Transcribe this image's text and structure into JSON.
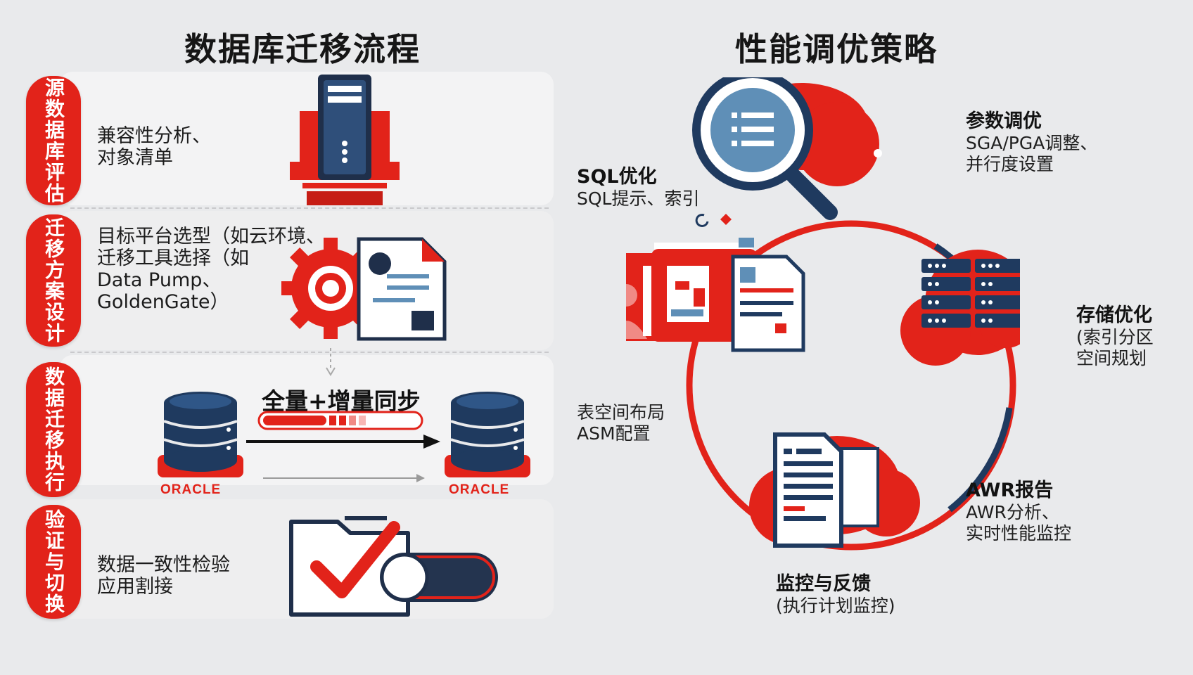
{
  "left": {
    "title": "数据库迁移流程",
    "stages": [
      {
        "tab": "源数据库评估",
        "text": "兼容性分析、\n对象清单"
      },
      {
        "tab": "迁移方案设计",
        "text": "目标平台选型（如云环境、\n迁移工具选择（如\nData Pump、\nGoldenGate）"
      },
      {
        "tab": "数据迁移执行",
        "sync_label": "全量+增量同步",
        "source_brand": "ORACLE",
        "target_brand": "ORACLE"
      },
      {
        "tab": "验证与切换",
        "text": "数据一致性检验\n  应用割接"
      }
    ]
  },
  "right": {
    "title": "性能调优策略",
    "items": [
      {
        "heading": "参数调优",
        "sub": "SGA/PGA调整、\n并行度设置"
      },
      {
        "heading": "SQL优化",
        "sub": "SQL提示、索引"
      },
      {
        "heading": "存储优化",
        "sub": "(索引分区\n空间规划"
      },
      {
        "heading": "",
        "sub": "表空间布局\nASM配置"
      },
      {
        "heading": "AWR报告",
        "sub": "AWR分析、\n实时性能监控"
      },
      {
        "heading": "监控与反馈",
        "sub": "(执行计划监控)"
      }
    ]
  },
  "colors": {
    "brand_red": "#e2231a",
    "navy": "#1f3a5f",
    "light_blue": "#5f8fb7",
    "background": "#e9eaec"
  }
}
